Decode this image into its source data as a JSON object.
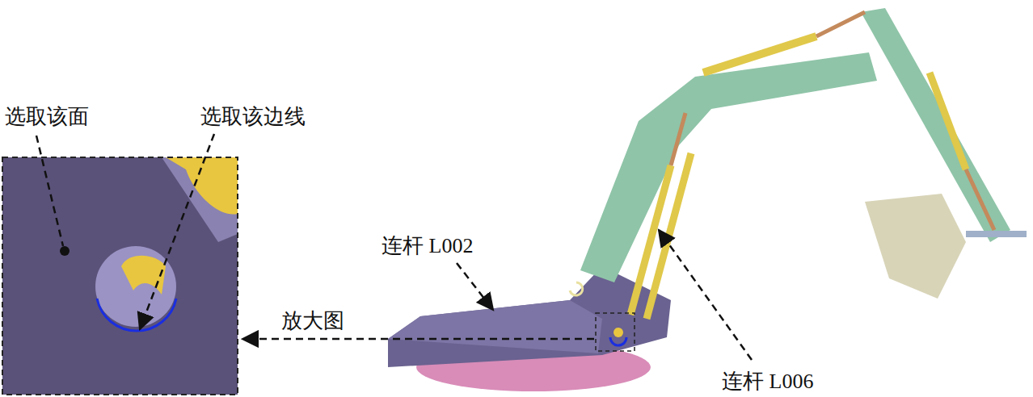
{
  "diagram": {
    "labels": [
      "选取该面",
      "选取该边线",
      "连杆 L002",
      "放大图",
      "连杆 L006"
    ]
  }
}
